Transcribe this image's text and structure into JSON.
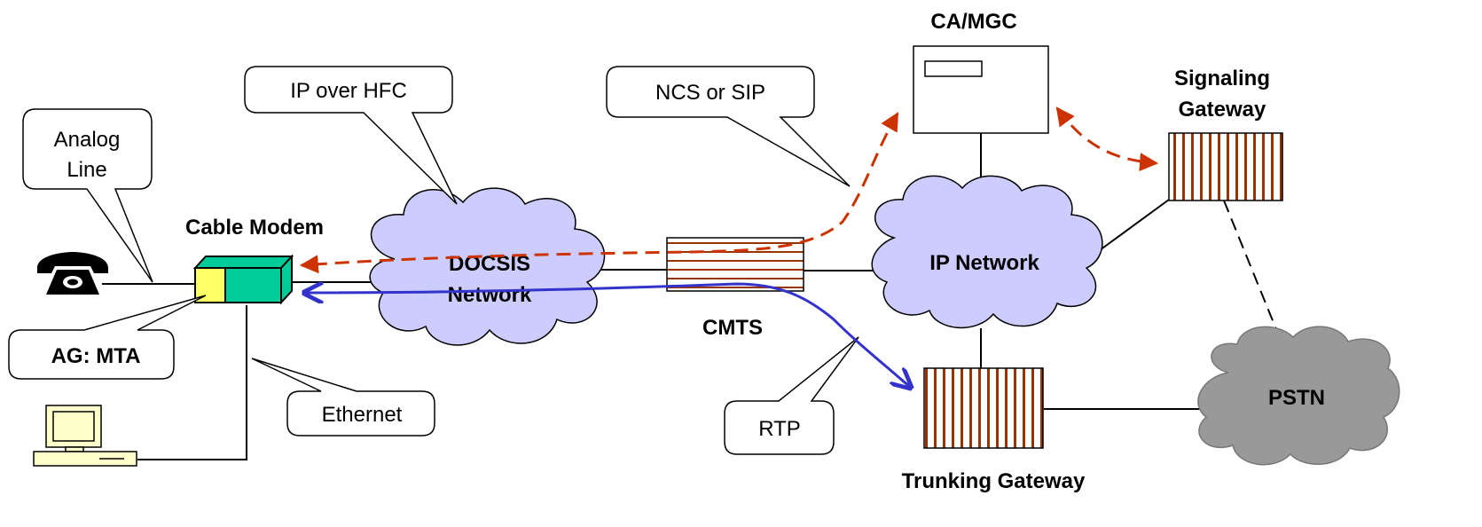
{
  "callouts": {
    "analog_line": [
      "Analog",
      "Line"
    ],
    "ip_over_hfc": "IP over HFC",
    "ncs_or_sip": "NCS or SIP",
    "ag_mta": "AG: MTA",
    "ethernet": "Ethernet",
    "rtp": "RTP"
  },
  "labels": {
    "cable_modem": "Cable Modem",
    "cmts": "CMTS",
    "ca_mgc": "CA/MGC",
    "signaling_gateway": [
      "Signaling",
      "Gateway"
    ],
    "trunking_gateway": "Trunking Gateway"
  },
  "clouds": {
    "docsis": [
      "DOCSIS",
      "Network"
    ],
    "ip_network": "IP Network",
    "pstn": "PSTN"
  },
  "colors": {
    "signaling_path": "#cc3300",
    "media_path": "#3333cc",
    "cloud_fill": "#ccccff",
    "pstn_fill": "#999999",
    "modem_green": "#00cc99",
    "modem_yellow": "#ffff66",
    "stripe": "#993300",
    "computer_fill": "#ffffcc"
  }
}
